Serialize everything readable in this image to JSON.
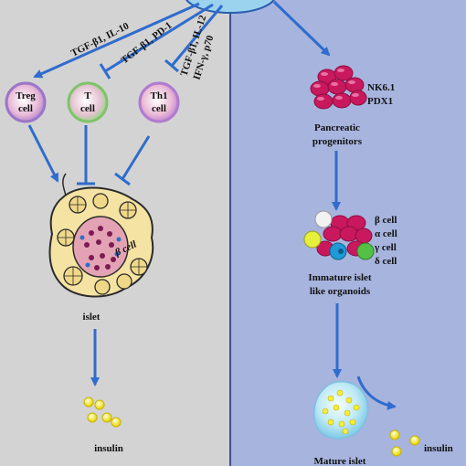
{
  "left": {
    "cells": {
      "treg": [
        "Treg",
        "cell"
      ],
      "t": [
        "T",
        "cell"
      ],
      "th1": [
        "Th1",
        "cell"
      ]
    },
    "signals": {
      "treg_signal": "TGF-β1, IL-10",
      "t_signal": "TGF-β1, PD-1",
      "th1_signal_line1": "TGF-β1, IL-12",
      "th1_signal_line2": "IFN-γ, p70"
    },
    "islet_beta_label": "β cell",
    "islet_label": "islet",
    "insulin_label": "insulin"
  },
  "right": {
    "progenitor_markers": [
      "NK6.1",
      "PDX1"
    ],
    "progenitor_label": [
      "Pancreatic",
      "progenitors"
    ],
    "cell_types": [
      "β cell",
      "α cell",
      "γ cell",
      "δ cell"
    ],
    "organoid_label": [
      "Immature islet",
      "like organoids"
    ],
    "mature_label": "Mature islet",
    "insulin_label": "insulin"
  },
  "colors": {
    "left_bg": "#d3d3d3",
    "right_bg": "#a7b4de",
    "arrow": "#2f6ccd",
    "progenitor_cell": "#c9185e",
    "insulin_granule": "#f6ef3a",
    "islet_fill": "#f5e3a3"
  },
  "icons": {
    "activation": "arrow-icon",
    "inhibition": "inhibit-bar-icon",
    "secretion": "curved-arrow-icon"
  }
}
